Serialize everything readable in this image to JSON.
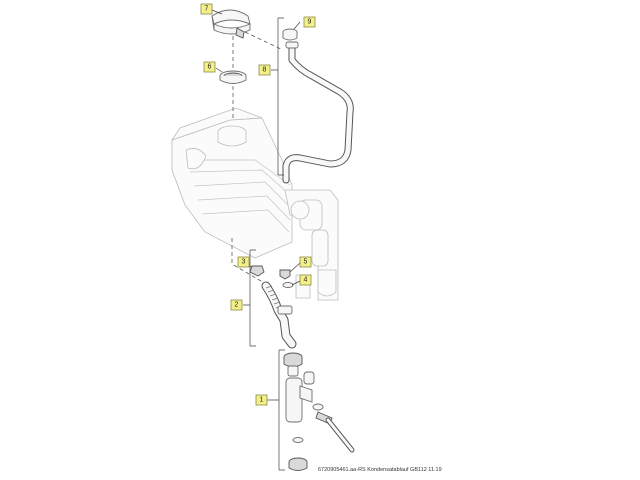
{
  "callouts": [
    {
      "id": "1",
      "label": "1"
    },
    {
      "id": "2",
      "label": "2"
    },
    {
      "id": "3",
      "label": "3"
    },
    {
      "id": "4",
      "label": "4"
    },
    {
      "id": "5",
      "label": "5"
    },
    {
      "id": "6",
      "label": "6"
    },
    {
      "id": "7",
      "label": "7"
    },
    {
      "id": "8",
      "label": "8"
    },
    {
      "id": "9",
      "label": "9"
    }
  ],
  "footer": {
    "text": "6720905461.aa-RS Kondensatablauf GB112 11.19"
  }
}
